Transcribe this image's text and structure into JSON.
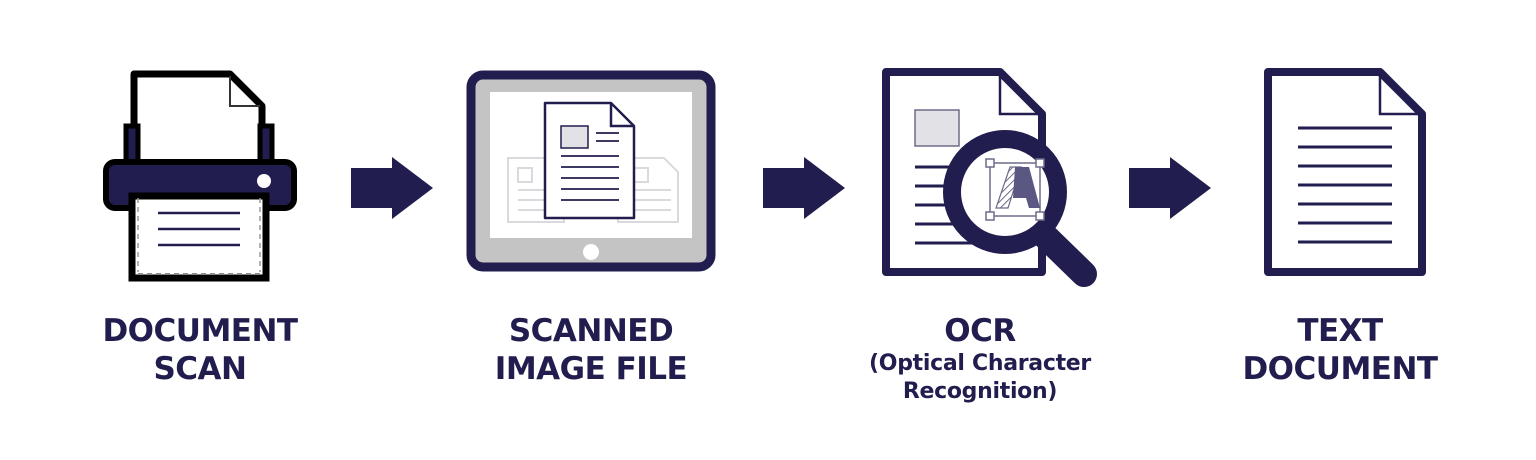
{
  "diagram": {
    "type": "process-flow",
    "colors": {
      "primary": "#211d4e",
      "outline_black": "#000000",
      "screen_gray": "#c4c4c4",
      "placeholder_gray": "#e2e2e6",
      "faded_doc": "#d9d9de",
      "background": "#ffffff"
    },
    "steps": [
      {
        "id": "document-scan",
        "icon": "scanner-icon",
        "title_lines": [
          "DOCUMENT",
          "SCAN"
        ]
      },
      {
        "id": "scanned-image-file",
        "icon": "monitor-document-icon",
        "title_lines": [
          "SCANNED",
          "IMAGE FILE"
        ]
      },
      {
        "id": "ocr",
        "icon": "document-magnifier-icon",
        "title_lines": [
          "OCR"
        ],
        "subtitle_lines": [
          "(Optical Character",
          "Recognition)"
        ]
      },
      {
        "id": "text-document",
        "icon": "text-document-icon",
        "title_lines": [
          "TEXT",
          "DOCUMENT"
        ]
      }
    ],
    "arrows": [
      {
        "from": "document-scan",
        "to": "scanned-image-file",
        "icon": "arrow-right-icon"
      },
      {
        "from": "scanned-image-file",
        "to": "ocr",
        "icon": "arrow-right-icon"
      },
      {
        "from": "ocr",
        "to": "text-document",
        "icon": "arrow-right-icon"
      }
    ]
  }
}
